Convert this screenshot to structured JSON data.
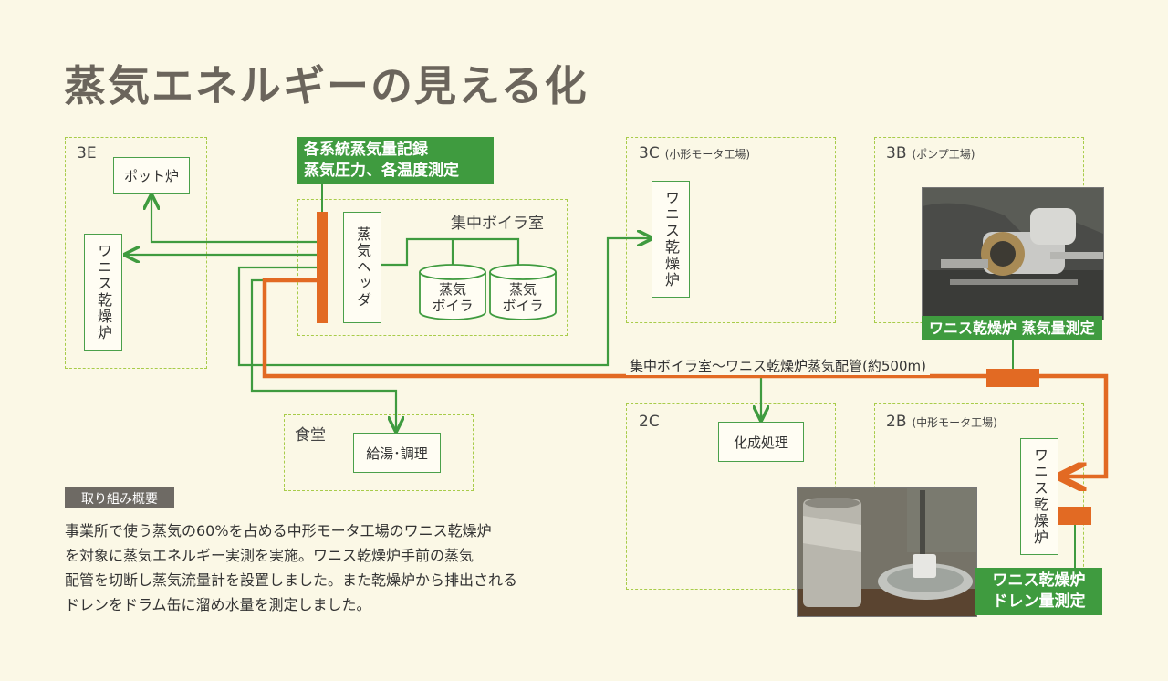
{
  "title": "蒸気エネルギーの見える化",
  "zones": {
    "z3e": {
      "label": "3E",
      "sub": ""
    },
    "z3c": {
      "label": "3C",
      "sub": "(小形モータ工場)"
    },
    "z3b": {
      "label": "3B",
      "sub": "(ポンプ工場)"
    },
    "z2c": {
      "label": "2C",
      "sub": ""
    },
    "z2b": {
      "label": "2B",
      "sub": "(中形モータ工場)"
    },
    "shokudo": {
      "label": "食堂",
      "sub": ""
    },
    "boiler_room": {
      "label": "集中ボイラ室",
      "sub": ""
    }
  },
  "boxes": {
    "pot_furnace": "ポット炉",
    "varnish_3e": "ワニス乾燥炉",
    "steam_header": "蒸気ヘッダ",
    "boiler1": "蒸気\nボイラ",
    "boiler2": "蒸気\nボイラ",
    "varnish_3c": "ワニス乾燥炉",
    "hot_water": "給湯･調理",
    "chemical": "化成処理",
    "varnish_2b": "ワニス乾燥炉"
  },
  "callouts": {
    "record_line1": "各系統蒸気量記録",
    "record_line2": "蒸気圧力、各温度測定",
    "steam_measure": "ワニス乾燥炉 蒸気量測定",
    "drain_line1": "ワニス乾燥炉",
    "drain_line2": "ドレン量測定"
  },
  "pipe_label": "集中ボイラ室～ワニス乾燥炉蒸気配管(約500m)",
  "summary": {
    "tag": "取り組み概要",
    "lines": [
      "事業所で使う蒸気の60%を占める中形モータ工場のワニス乾燥炉",
      "を対象に蒸気エネルギー実測を実施。ワニス乾燥炉手前の蒸気",
      "配管を切断し蒸気流量計を設置しました。また乾燥炉から排出される",
      "ドレンをドラム缶に溜め水量を測定しました。"
    ]
  },
  "colors": {
    "green_line": "#3f9b3f",
    "orange_line": "#e26a23",
    "zone_border": "#a8cc4a",
    "background": "#fbf8e6"
  }
}
